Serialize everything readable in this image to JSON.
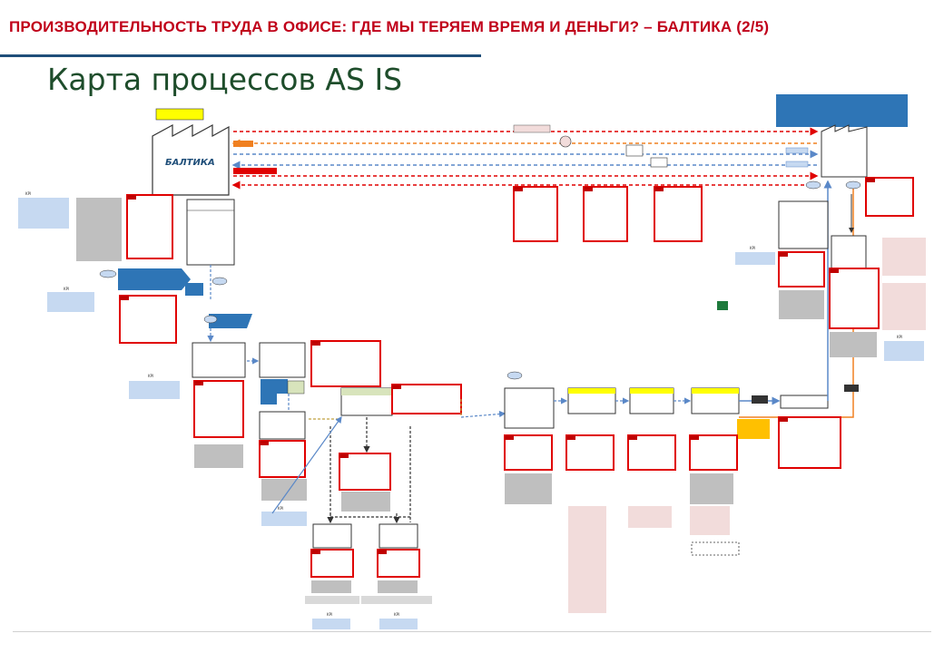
{
  "header": {
    "title": "ПРОИЗВОДИТЕЛЬНОСТЬ ТРУДА В ОФИСЕ: ГДЕ МЫ ТЕРЯЕМ ВРЕМЯ И ДЕНЬГИ? – БАЛТИКА (2/5)"
  },
  "slide": {
    "title": "Карта процессов AS IS"
  },
  "map": {
    "factory_logo": "БАЛТИКА",
    "kpi_label": "KPI",
    "colors": {
      "title_red": "#c0001a",
      "rule_blue": "#1f4e79",
      "title_green": "#1e4d2b",
      "box_red": "#e00000",
      "box_fill_red": "#c00000",
      "arrow_blue": "#5a88c8",
      "arrow_orange": "#f08020",
      "kpi_fill": "#c6d9f1",
      "gray_fill": "#bfbfbf",
      "note_pink": "#f2dcdb",
      "yellow": "#ffff00",
      "dark_blue": "#2e75b6"
    }
  }
}
